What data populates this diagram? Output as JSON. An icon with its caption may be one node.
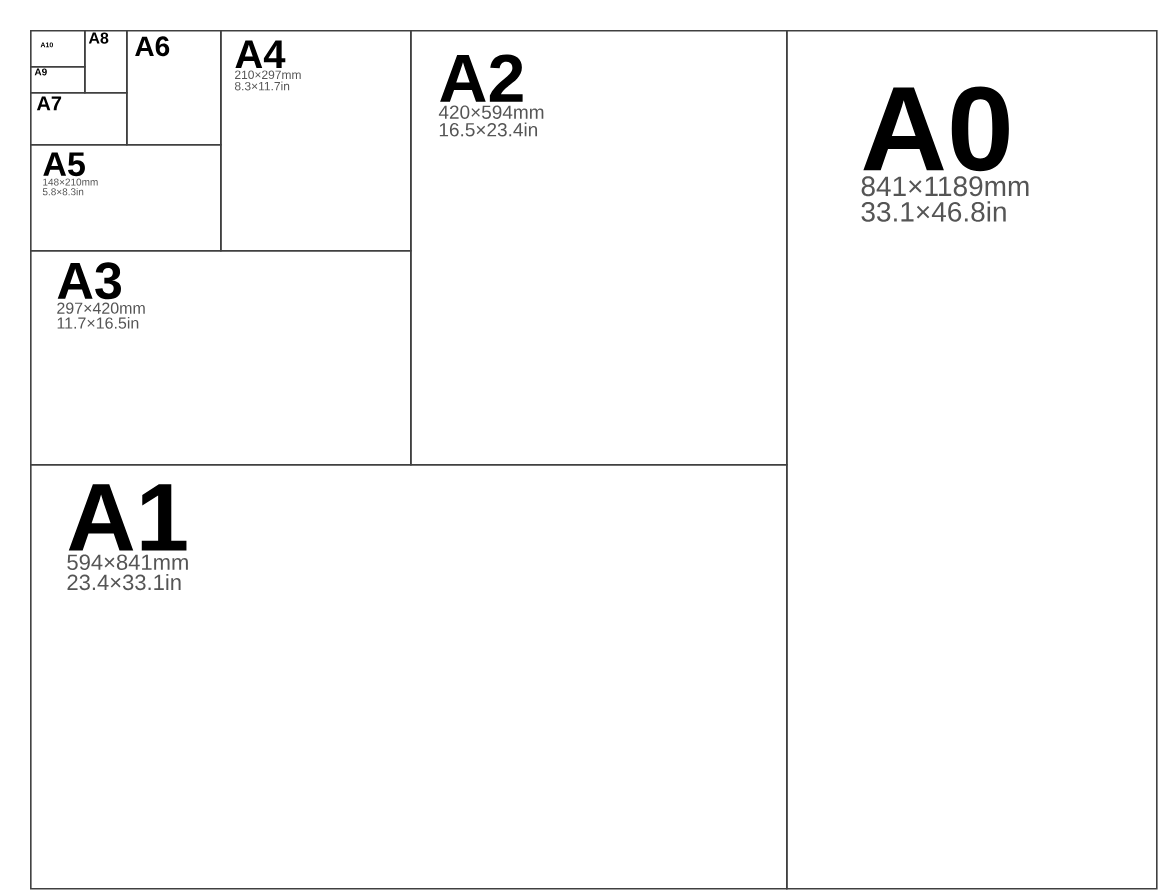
{
  "diagram": {
    "nodes": [
      {
        "text": [
          "A0",
          "841×1189mm",
          "33.1×46.8in"
        ]
      },
      {
        "text": [
          "A1",
          "594×841mm",
          "23.4×33.1in"
        ]
      },
      {
        "text": [
          "A2",
          "420×594mm",
          "16.5×23.4in"
        ]
      },
      {
        "text": [
          "A3",
          "297×420mm",
          "11.7×16.5in"
        ]
      },
      {
        "text": [
          "A4",
          "210×297mm",
          "8.3×11.7in"
        ]
      },
      {
        "text": [
          "A5",
          "148×210mm",
          "5.8×8.3in"
        ]
      },
      {
        "text": [
          "A6"
        ]
      },
      {
        "text": [
          "A7"
        ]
      },
      {
        "text": [
          "A8"
        ]
      },
      {
        "text": [
          "A9"
        ]
      },
      {
        "text": [
          "A10"
        ]
      }
    ]
  }
}
